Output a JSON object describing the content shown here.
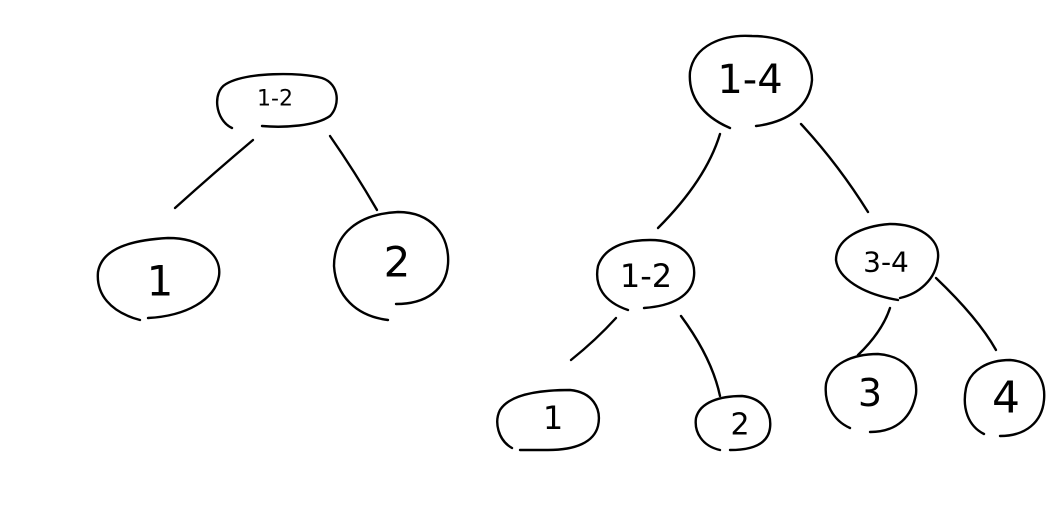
{
  "diagram": {
    "type": "segment-tree-sketch",
    "stroke_color": "#000000",
    "background_color": "#ffffff",
    "trees": [
      {
        "nodes": [
          {
            "id": "t1-root",
            "label": "1-2"
          },
          {
            "id": "t1-leaf1",
            "label": "1"
          },
          {
            "id": "t1-leaf2",
            "label": "2"
          }
        ],
        "edges": [
          {
            "from": "t1-root",
            "to": "t1-leaf1"
          },
          {
            "from": "t1-root",
            "to": "t1-leaf2"
          }
        ]
      },
      {
        "nodes": [
          {
            "id": "t2-root",
            "label": "1-4"
          },
          {
            "id": "t2-left",
            "label": "1-2"
          },
          {
            "id": "t2-right",
            "label": "3-4"
          },
          {
            "id": "t2-leaf1",
            "label": "1"
          },
          {
            "id": "t2-leaf2",
            "label": "2"
          },
          {
            "id": "t2-leaf3",
            "label": "3"
          },
          {
            "id": "t2-leaf4",
            "label": "4"
          }
        ],
        "edges": [
          {
            "from": "t2-root",
            "to": "t2-left"
          },
          {
            "from": "t2-root",
            "to": "t2-right"
          },
          {
            "from": "t2-left",
            "to": "t2-leaf1"
          },
          {
            "from": "t2-left",
            "to": "t2-leaf2"
          },
          {
            "from": "t2-right",
            "to": "t2-leaf3"
          },
          {
            "from": "t2-right",
            "to": "t2-leaf4"
          }
        ]
      }
    ]
  }
}
